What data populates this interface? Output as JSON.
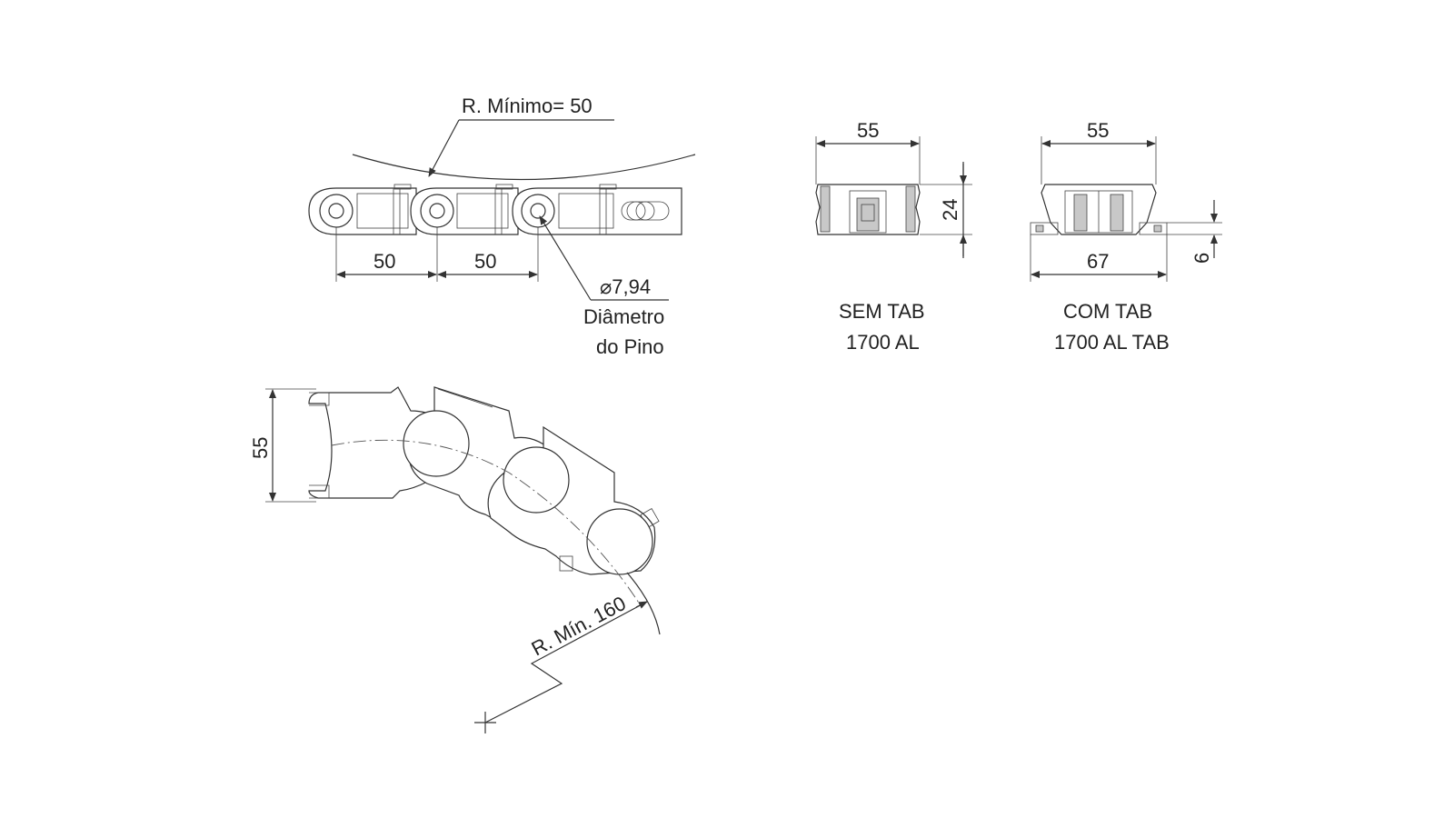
{
  "top_view": {
    "radius_label": "R. Mínimo= 50",
    "pitch_1": "50",
    "pitch_2": "50",
    "pin_diameter": "⌀7,94",
    "pin_label_1": "Diâmetro",
    "pin_label_2": "do Pino"
  },
  "sem_tab": {
    "width": "55",
    "height": "24",
    "caption_1": "SEM TAB",
    "caption_2": "1700 AL"
  },
  "com_tab": {
    "width": "55",
    "tab_width": "67",
    "tab_height": "6",
    "caption_1": "COM TAB",
    "caption_2": "1700 AL TAB"
  },
  "side_flex": {
    "width": "55",
    "radius_label": "R. Mín. 160"
  }
}
